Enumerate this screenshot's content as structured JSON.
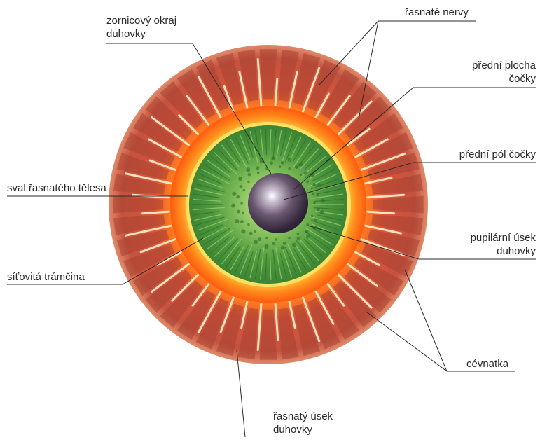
{
  "labels": {
    "iris_pupillary_margin": {
      "line1": "zornicový okraj",
      "line2": "duhovky"
    },
    "ciliary_nerves": "řasnaté nervy",
    "lens_anterior_surface": {
      "line1": "přední plocha",
      "line2": "čočky"
    },
    "lens_anterior_pole": "přední pól čočky",
    "ciliary_muscle": "sval řasnatého tělesa",
    "iris_pupillary_zone": {
      "line1": "pupilární úsek",
      "line2": "duhovky"
    },
    "trabecular_meshwork": "síťovitá trámčina",
    "choroid": "cévnatka",
    "iris_ciliary_zone": {
      "line1": "řasnatý úsek",
      "line2": "duhovky"
    }
  },
  "colors": {
    "outer_muscle": "#c95a45",
    "outer_muscle_dark": "#a84232",
    "fiber_light": "#f6e4c0",
    "orange_band": "#ff6a1a",
    "yellow_band": "#ffd23a",
    "iris_green": "#4e9a3d",
    "iris_light": "#b9dc7a",
    "pupil": "#5a4a60",
    "leader_line": "#2a2a2a"
  }
}
